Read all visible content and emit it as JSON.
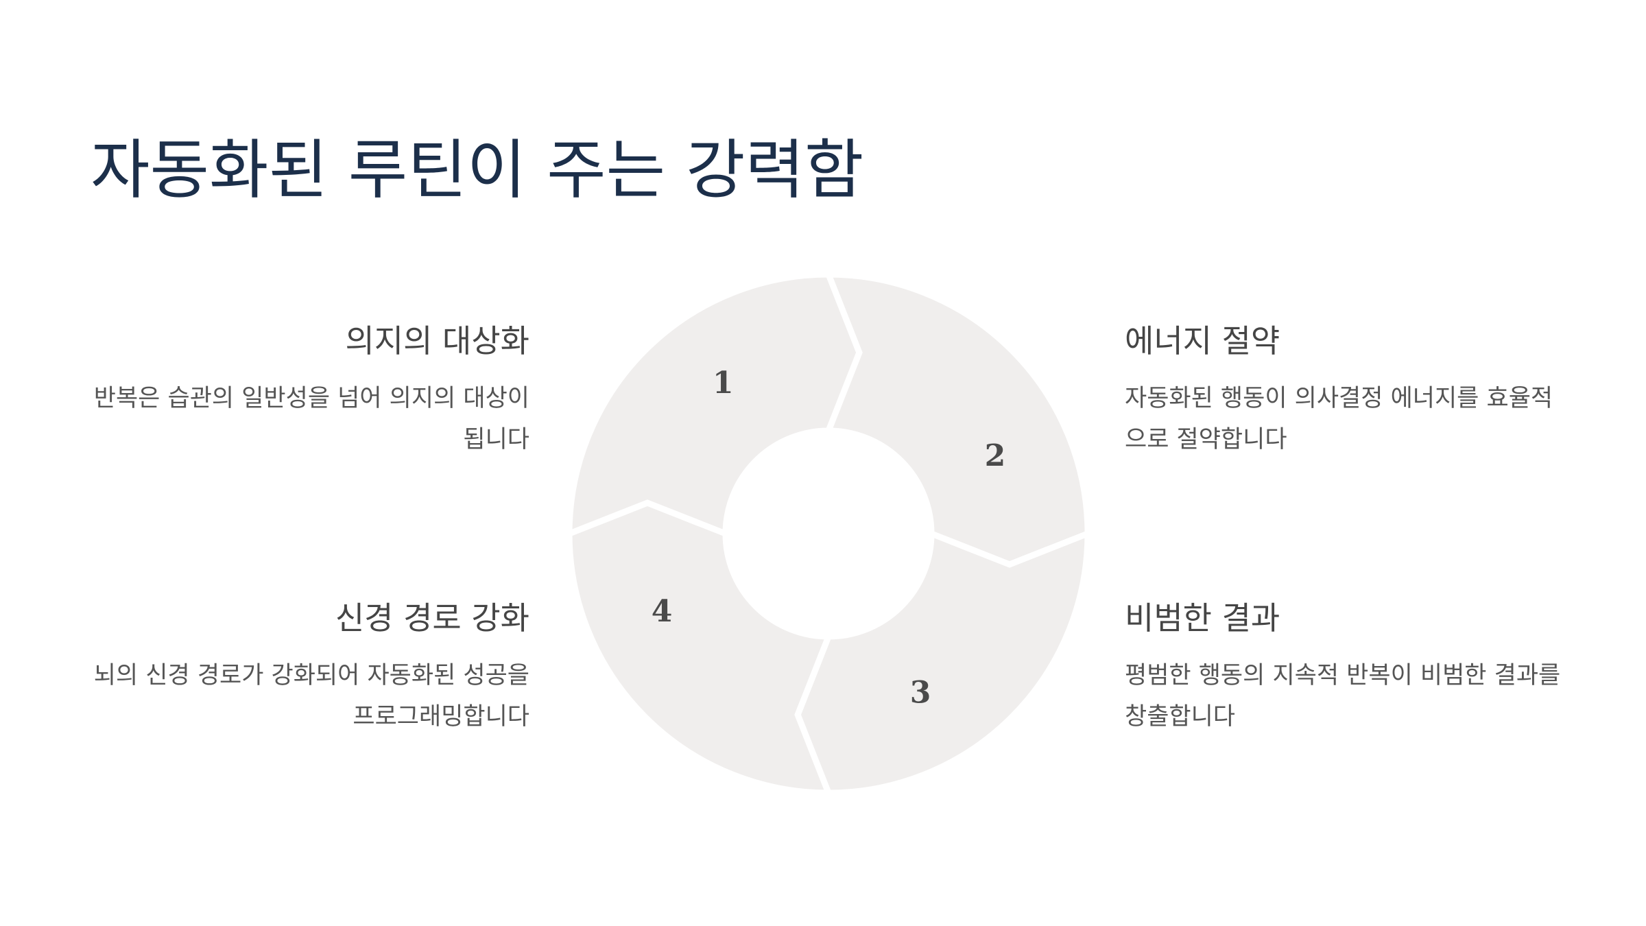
{
  "title": "자동화된 루틴이 주는 강력함",
  "items": [
    {
      "number": "1",
      "heading": "의지의 대상화",
      "description": "반복은 습관의 일반성을 넘어 의지의 대상이 됩니다"
    },
    {
      "number": "2",
      "heading": "에너지 절약",
      "description": "자동화된 행동이 의사결정 에너지를 효율적으로 절약합니다"
    },
    {
      "number": "3",
      "heading": "비범한 결과",
      "description": "평범한 행동의 지속적 반복이 비범한 결과를 창출합니다"
    },
    {
      "number": "4",
      "heading": "신경 경로 강화",
      "description": "뇌의 신경 경로가 강화되어 자동화된 성공을 프로그래밍합니다"
    }
  ],
  "colors": {
    "title": "#1c2f4a",
    "segment_fill": "#f0eeed",
    "heading": "#454545",
    "text": "#555555",
    "background": "#ffffff"
  }
}
